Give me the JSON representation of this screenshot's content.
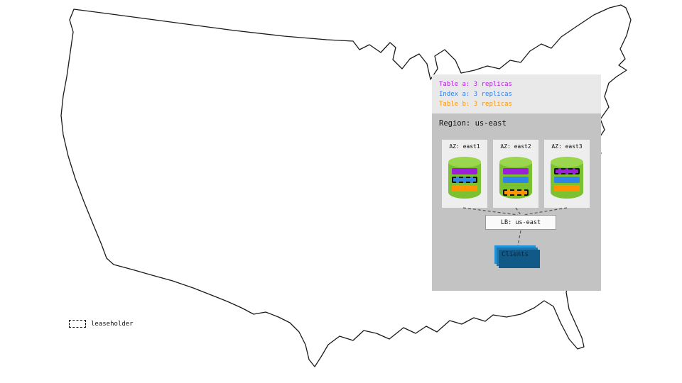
{
  "replica_legend": {
    "items": [
      {
        "label": "Table a: 3 replicas",
        "color": "#b21ae0"
      },
      {
        "label": "Index a: 3 replicas",
        "color": "#2e7de9"
      },
      {
        "label": "Table b: 3 replicas",
        "color": "#ff9400"
      }
    ]
  },
  "region": {
    "label": "Region: us-east",
    "azs": [
      {
        "label": "AZ: east1",
        "bars": [
          {
            "name": "table-a-replica",
            "color": "#9b1fd8",
            "leaseholder": false
          },
          {
            "name": "index-a-replica",
            "color": "#2e86e8",
            "leaseholder": true
          },
          {
            "name": "table-b-replica",
            "color": "#ff9400",
            "leaseholder": false
          }
        ]
      },
      {
        "label": "AZ: east2",
        "bars": [
          {
            "name": "table-a-replica",
            "color": "#9b1fd8",
            "leaseholder": false
          },
          {
            "name": "index-a-replica",
            "color": "#2e86e8",
            "leaseholder": false
          },
          {
            "name": "table-b-replica",
            "color": "#ff9400",
            "leaseholder": true
          }
        ]
      },
      {
        "label": "AZ: east3",
        "bars": [
          {
            "name": "table-a-replica",
            "color": "#9b1fd8",
            "leaseholder": true
          },
          {
            "name": "index-a-replica",
            "color": "#2e86e8",
            "leaseholder": false
          },
          {
            "name": "table-b-replica",
            "color": "#ff9400",
            "leaseholder": false
          }
        ]
      }
    ],
    "load_balancer": {
      "label": "LB: us-east"
    },
    "clients": {
      "label": "Clients"
    }
  },
  "key": {
    "leaseholder_label": "leaseholder"
  },
  "colors": {
    "panel_bg": "#e9e9e9",
    "region_bg": "#c3c3c3",
    "az_bg": "#eeeeee",
    "cylinder": "#7cc230",
    "clients_blue": "#2492d6"
  }
}
